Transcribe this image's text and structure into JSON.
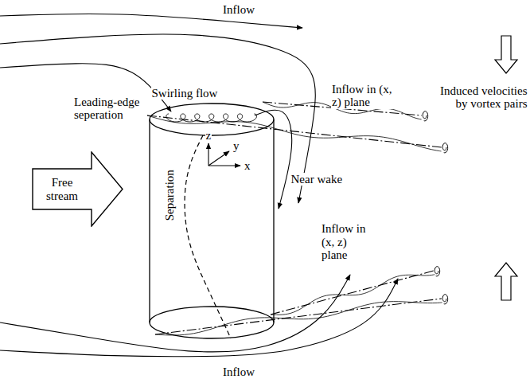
{
  "diagram": {
    "nodes": [
      {
        "text": [
          "Free stream"
        ]
      }
    ],
    "labels": [
      "Inflow",
      "Swirling flow",
      "Leading-edge seperation",
      "Separation",
      "z",
      "y",
      "x",
      "Near wake",
      "Inflow in (x, z) plane",
      "Induced velocities by vortex pairs",
      "Inflow in (x, z) plane",
      "Inflow"
    ]
  }
}
